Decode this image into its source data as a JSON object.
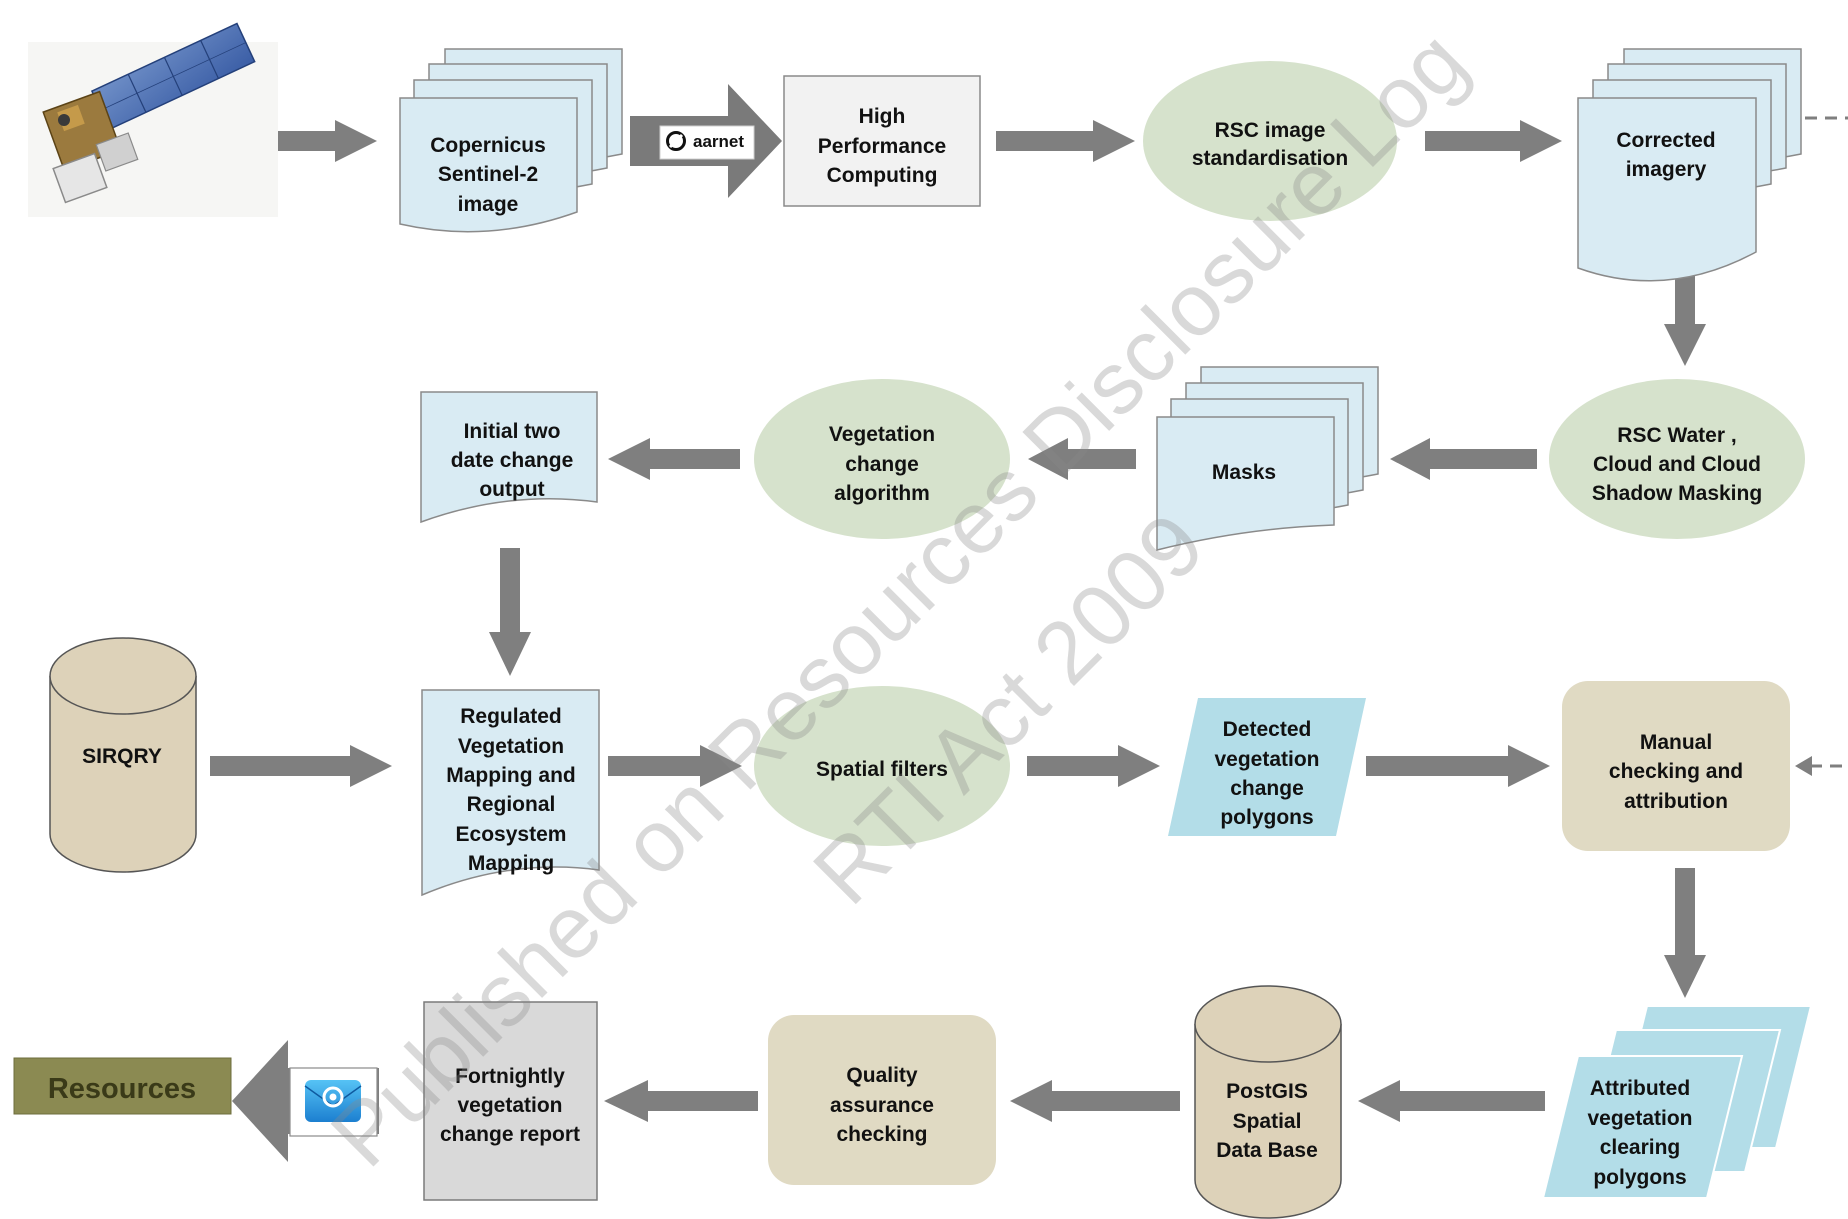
{
  "diagram": {
    "nodes": {
      "satellite": {
        "kind": "image",
        "icon": "satellite-icon"
      },
      "copernicus": {
        "lines": [
          "Copernicus",
          "Sentinel-2",
          "image"
        ],
        "shape": "multi-document"
      },
      "aarnet": {
        "lines": [
          "aarnet"
        ],
        "shape": "logo",
        "icon": "aarnet-logo"
      },
      "hpc": {
        "lines": [
          "High",
          "Performance",
          "Computing"
        ],
        "shape": "rectangle"
      },
      "rsc_std": {
        "lines": [
          "RSC image",
          "standardisation"
        ],
        "shape": "ellipse"
      },
      "corrected": {
        "lines": [
          "Corrected",
          "imagery"
        ],
        "shape": "multi-document"
      },
      "rsc_mask": {
        "lines": [
          "RSC Water ,",
          "Cloud and Cloud",
          "Shadow Masking"
        ],
        "shape": "ellipse"
      },
      "masks": {
        "lines": [
          "Masks"
        ],
        "shape": "multi-document"
      },
      "veg_alg": {
        "lines": [
          "Vegetation",
          "change",
          "algorithm"
        ],
        "shape": "ellipse"
      },
      "initial": {
        "lines": [
          "Initial two",
          "date change",
          "output"
        ],
        "shape": "document"
      },
      "sirqry": {
        "lines": [
          "SIRQRY"
        ],
        "shape": "cylinder"
      },
      "regulated": {
        "lines": [
          "Regulated",
          "Vegetation",
          "Mapping and",
          "Regional",
          "Ecosystem",
          "Mapping"
        ],
        "shape": "document"
      },
      "spatial": {
        "lines": [
          "Spatial filters"
        ],
        "shape": "ellipse"
      },
      "detected": {
        "lines": [
          "Detected",
          "vegetation",
          "change",
          "polygons"
        ],
        "shape": "parallelogram"
      },
      "manual": {
        "lines": [
          "Manual",
          "checking and",
          "attribution"
        ],
        "shape": "rounded-rectangle"
      },
      "attributed": {
        "lines": [
          "Attributed",
          "vegetation",
          "clearing",
          "polygons"
        ],
        "shape": "stacked-parallelograms"
      },
      "postgis": {
        "lines": [
          "PostGIS",
          "Spatial",
          "Data Base"
        ],
        "shape": "cylinder"
      },
      "qa": {
        "lines": [
          "Quality",
          "assurance",
          "checking"
        ],
        "shape": "rounded-rectangle"
      },
      "report": {
        "lines": [
          "Fortnightly",
          "vegetation",
          "change report"
        ],
        "shape": "rectangle"
      },
      "email": {
        "kind": "icon",
        "icon": "email-icon"
      },
      "resources": {
        "lines": [
          "Resources"
        ],
        "shape": "banner"
      }
    },
    "edges": [
      {
        "from": "satellite",
        "to": "copernicus",
        "style": "solid"
      },
      {
        "from": "copernicus",
        "to": "hpc",
        "style": "aarnet-link"
      },
      {
        "from": "hpc",
        "to": "rsc_std",
        "style": "solid"
      },
      {
        "from": "rsc_std",
        "to": "corrected",
        "style": "solid"
      },
      {
        "from": "corrected",
        "to": "rsc_mask",
        "style": "solid"
      },
      {
        "from": "rsc_mask",
        "to": "masks",
        "style": "solid"
      },
      {
        "from": "masks",
        "to": "veg_alg",
        "style": "solid"
      },
      {
        "from": "veg_alg",
        "to": "initial",
        "style": "solid"
      },
      {
        "from": "initial",
        "to": "regulated",
        "style": "solid"
      },
      {
        "from": "sirqry",
        "to": "regulated",
        "style": "solid"
      },
      {
        "from": "regulated",
        "to": "spatial",
        "style": "solid"
      },
      {
        "from": "spatial",
        "to": "detected",
        "style": "solid"
      },
      {
        "from": "detected",
        "to": "manual",
        "style": "solid"
      },
      {
        "from": "manual",
        "to": "attributed",
        "style": "solid"
      },
      {
        "from": "attributed",
        "to": "postgis",
        "style": "solid"
      },
      {
        "from": "postgis",
        "to": "qa",
        "style": "solid"
      },
      {
        "from": "qa",
        "to": "report",
        "style": "solid"
      },
      {
        "from": "report",
        "to": "resources",
        "style": "email-delivery"
      },
      {
        "from": "corrected",
        "to": "manual",
        "style": "dashed-offpage"
      }
    ],
    "watermark": [
      "Published on Resources Disclosure Log",
      "RTI Act 2009"
    ]
  },
  "colors": {
    "arrow": "#7f7f7f",
    "document_fill": "#d9ebf3",
    "ellipse_fill": "#d6e2cc",
    "rounded_fill": "#e0dac3",
    "cylinder_fill": "#ddd2b9",
    "parallelogram_fill": "#b3dde8",
    "hpc_fill": "#f2f2f2",
    "report_fill": "#d9d9d9",
    "resources_fill": "#8b8a52",
    "resources_text": "#3a3a18"
  }
}
